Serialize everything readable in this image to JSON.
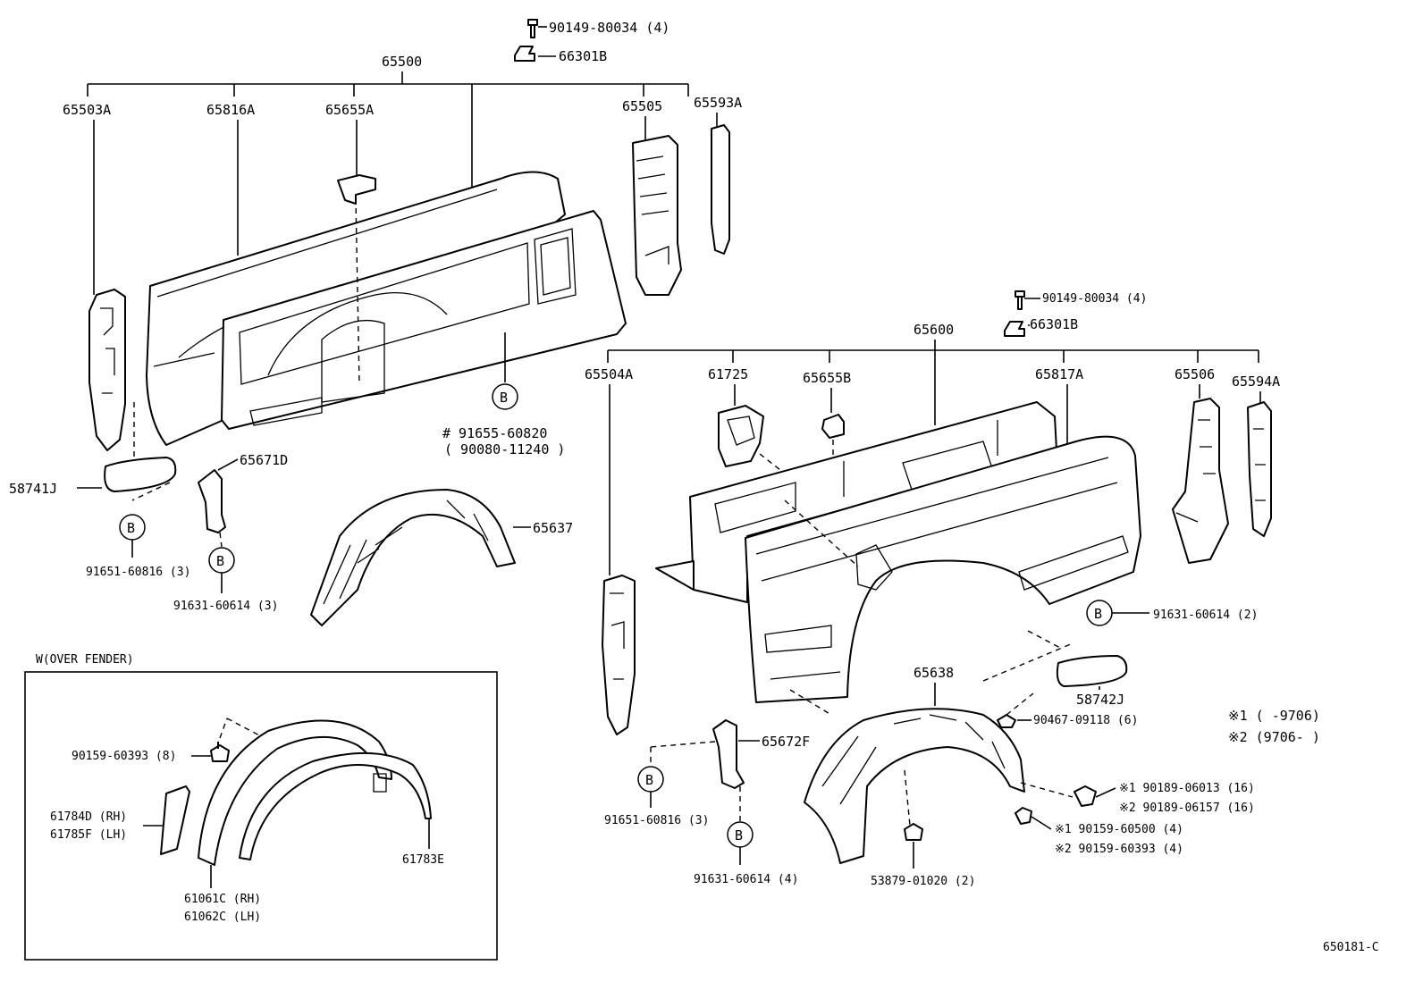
{
  "labels": {
    "top_bolt": "90149-80034 (4)",
    "top_bracket": "66301B",
    "lh_assy": "65500",
    "p65503A": "65503A",
    "p65816A": "65816A",
    "p65655A": "65655A",
    "p65505": "65505",
    "p65593A": "65593A",
    "b_mark": "B",
    "lh_bolt1": "# 91655-60820",
    "lh_bolt2": "( 90080-11240 )",
    "p58741J": "58741J",
    "p65671D": "65671D",
    "p65637": "65637",
    "lh_clip1": "91651-60816 (3)",
    "lh_clip2": "91631-60614 (3)",
    "rh_bolt": "90149-80034 (4)",
    "rh_bracket": "66301B",
    "rh_assy": "65600",
    "p65504A": "65504A",
    "p61725": "61725",
    "p65655B": "65655B",
    "p65817A": "65817A",
    "p65506": "65506",
    "p65594A": "65594A",
    "rh_clip_b": "91631-60614 (2)",
    "p58742J": "58742J",
    "p65638": "65638",
    "p90467": "90467-09118 (6)",
    "note1": "※1 (     -9706)",
    "note2": "※2 (9706-     )",
    "p65672F": "65672F",
    "rh_clip1": "91651-60816 (3)",
    "rh_clip2": "91631-60614 (4)",
    "s1_a": "※1  90189-06013 (16)",
    "s2_a": "※2  90189-06157 (16)",
    "s1_b": "※1  90159-60500 (4)",
    "s2_b": "※2  90159-60393 (4)",
    "p53879": "53879-01020 (2)",
    "inset_title": "W(OVER FENDER)",
    "inset_screw": "90159-60393 (8)",
    "p61784D": "61784D (RH)",
    "p61785F": "61785F (LH)",
    "p61783E": "61783E",
    "p61061C": "61061C (RH)",
    "p61062C": "61062C (LH)",
    "diagram_code": "650181-C"
  }
}
